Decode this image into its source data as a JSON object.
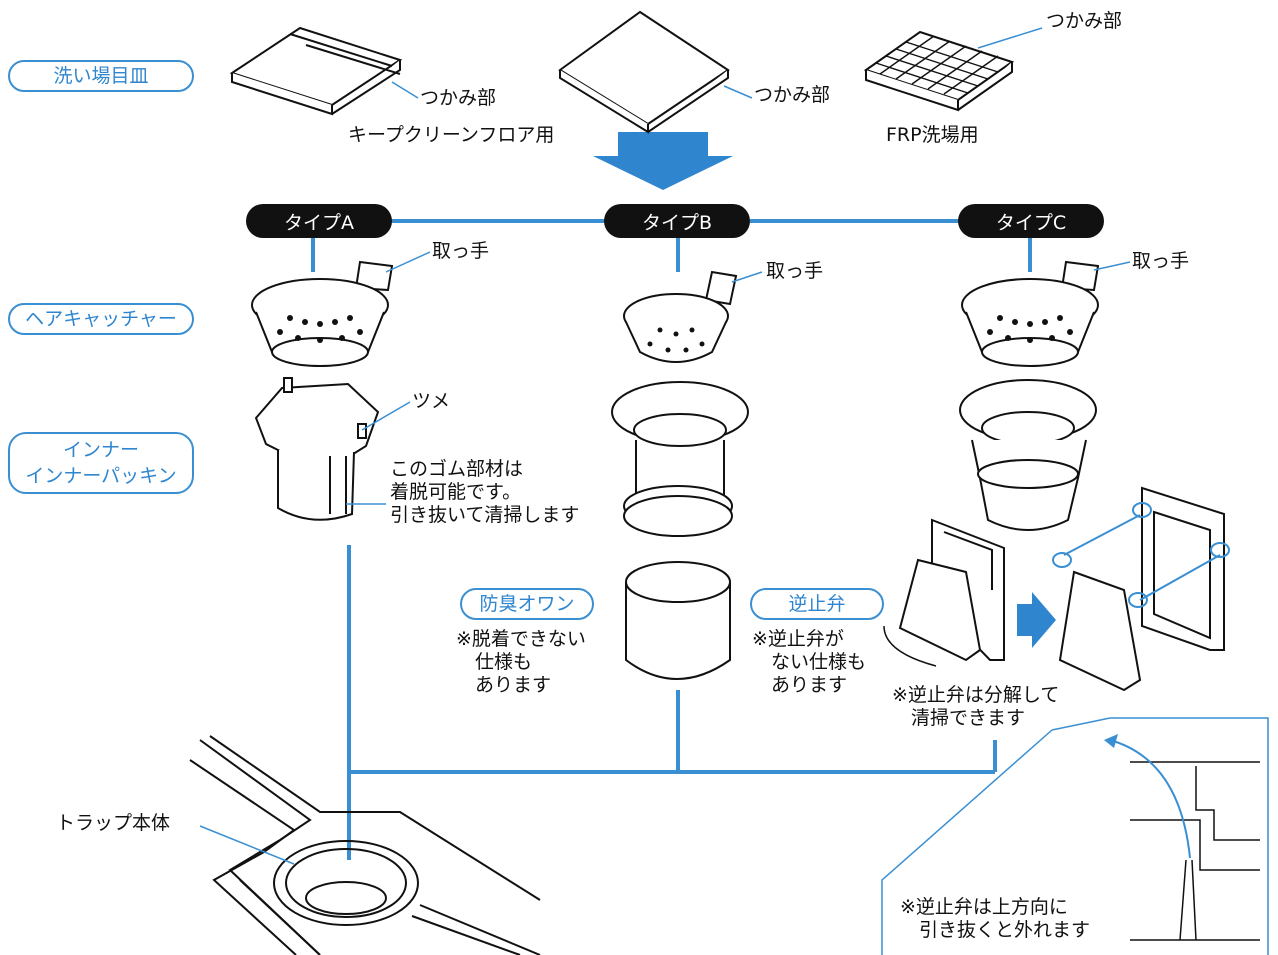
{
  "categories": {
    "mat": "洗い場目皿",
    "hair_catcher": "ヘアキャッチャー",
    "inner_line1": "インナー",
    "inner_line2": "インナーパッキン",
    "odor_bowl": "防臭オワン",
    "check_valve": "逆止弁"
  },
  "types": {
    "a": "タイプA",
    "b": "タイプB",
    "c": "タイプC"
  },
  "labels": {
    "grip1": "つかみ部",
    "grip2": "つかみ部",
    "grip3": "つかみ部",
    "floor_keep_clean": "キープクリーンフロア用",
    "floor_frp": "FRP洗場用",
    "handle_a": "取っ手",
    "handle_b": "取っ手",
    "handle_c": "取っ手",
    "claw": "ツメ",
    "rubber_note": "このゴム部材は\n着脱可能です。\n引き抜いて清掃します",
    "bowl_note": "※脱着できない\n　仕様も\n　あります",
    "valve_note": "※逆止弁が\n　ない仕様も\n　あります",
    "valve_disassemble": "※逆止弁は分解して\n　清掃できます",
    "trap_body": "トラップ本体",
    "valve_pull": "※逆止弁は上方向に\n　引き抜くと外れます"
  },
  "colors": {
    "accent": "#3a8fd3",
    "tag_bg": "#111111",
    "line": "#111111"
  }
}
